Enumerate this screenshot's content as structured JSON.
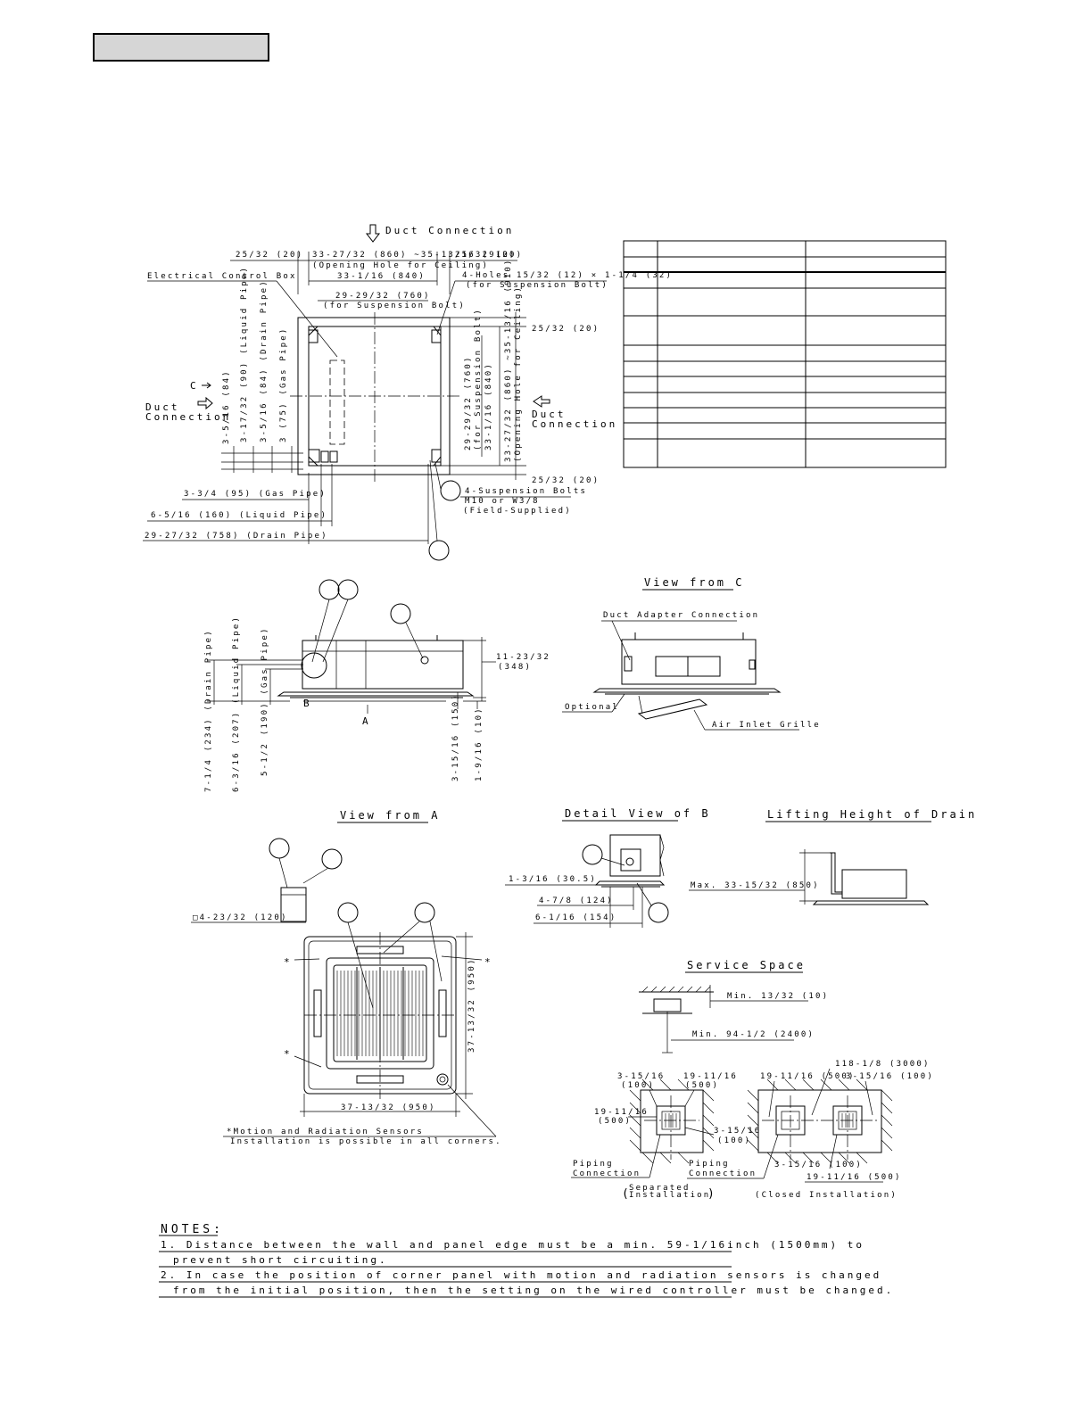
{
  "top_view": {
    "duct_connection_top": "Duct Connection",
    "dim_left_top": "25/32 (20)",
    "dim_opening": "33-27/32 (860) ~35-13/16 (910)",
    "dim_opening_note": "(Opening Hole for Ceiling)",
    "dim_right_top": "25/32 (20)",
    "electrical_control_box": "Electrical Control Box",
    "dim_840": "33-1/16 (840)",
    "holes_note": "4-Holes 15/32 (12) × 1-1/4 (32)",
    "holes_note2": "(for Suspension Bolt)",
    "dim_760": "29-29/32 (760)",
    "dim_760_note": "(for Suspension Bolt)",
    "dim_right_20a": "25/32 (20)",
    "dim_right_20b": "25/32 (20)",
    "c_label": "C",
    "duct_left": "Duct",
    "duct_left2": "Connection",
    "duct_right": "Duct",
    "duct_right2": "Connection",
    "v_liquid": "3-17/32 (90) (Liquid Pipe)",
    "v_drain": "3-5/16 (84) (Drain Pipe)",
    "v_gas": "3 (75) (Gas Pipe)",
    "v_84": "3-5/16 (84)",
    "v_760": "29-29/32 (760)",
    "v_760_note": "(for Suspension Bolt)",
    "v_840": "33-1/16 (840)",
    "v_opening": "33-27/32 (860) ~35-13/16 (910)",
    "v_opening_note": "(Opening Hole for Ceiling)",
    "gas_pipe": "3-3/4 (95) (Gas Pipe)",
    "liquid_pipe": "6-5/16 (160) (Liquid Pipe)",
    "drain_pipe": "29-27/32 (758) (Drain Pipe)",
    "bolts": "4-Suspension Bolts",
    "bolts2": "M10 or W3/8",
    "bolts3": "(Field-Supplied)"
  },
  "side_view": {
    "h_348a": "11-23/32",
    "h_348b": "(348)",
    "b_label": "B",
    "a_label": "A",
    "drain": "7-1/4 (234) (Drain Pipe)",
    "liquid": "6-3/16 (207) (Liquid Pipe)",
    "gas": "5-1/2 (190) (Gas Pipe)",
    "d150": "3-15/16 (150)",
    "d10": "1-9/16 (10)"
  },
  "view_c": {
    "title": "View from C",
    "duct_adapter": "Duct Adapter Connection",
    "optional": "Optional",
    "air_inlet": "Air Inlet Grille"
  },
  "view_a": {
    "title": "View from A",
    "box_dim": "□4-23/32 (120)",
    "h950": "37-13/32 (950)",
    "v950": "37-13/32 (950)",
    "star": "*",
    "note1": "*Motion and Radiation Sensors",
    "note2": "Installation is possible in all corners."
  },
  "detail_b": {
    "title": "Detail View of B",
    "d305": "1-3/16 (30.5)",
    "d124": "4-7/8 (124)",
    "d154": "6-1/16 (154)"
  },
  "lifting": {
    "title": "Lifting Height of Drain",
    "max": "Max. 33-15/32 (850)"
  },
  "service": {
    "title": "Service Space",
    "min10": "Min. 13/32 (10)",
    "min2400": "Min. 94-1/2 (2400)",
    "s_100a": "3-15/16",
    "s_100b": "(100)",
    "s_500a": "19-11/16",
    "s_500b": "(500)",
    "s_500c": "19-11/16",
    "s_500d": "(500)",
    "s_100c": "3-15/16",
    "s_100d": "(100)",
    "c_3000": "118-1/8 (3000)",
    "c_500": "19-11/16 (500)",
    "c_100": "3-15/16 (100)",
    "c_100b": "3-15/16 (100)",
    "c_500b": "19-11/16 (500)",
    "piping1": "Piping",
    "piping1b": "Connection",
    "piping2": "Piping",
    "piping2b": "Connection",
    "separated": "Separated",
    "separated2": "Installation",
    "closed": "(Closed Installation)"
  },
  "notes": {
    "title": "NOTES:",
    "n1a": "1. Distance between the wall and panel edge must be a min. 59-1/16inch (1500mm) to",
    "n1b": "prevent short circuiting.",
    "n2a": "2. In case the position of corner panel with motion and radiation sensors is changed",
    "n2b": "from the initial position, then the setting on the wired controller must be changed."
  }
}
